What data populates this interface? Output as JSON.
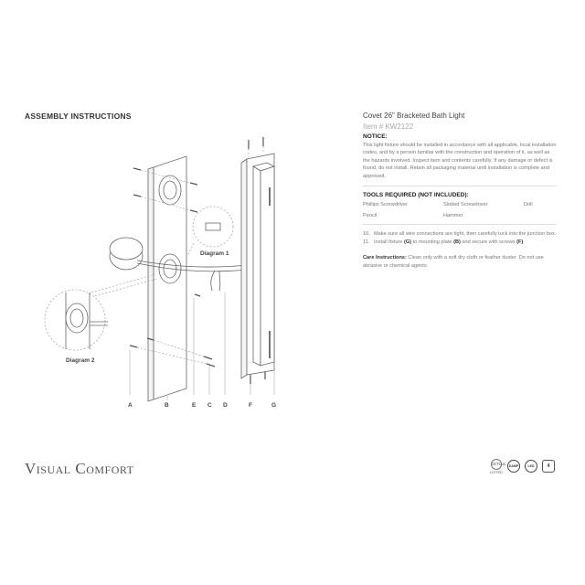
{
  "header": {
    "section_title": "ASSEMBLY INSTRUCTIONS"
  },
  "product": {
    "title": "Covet 26\" Bracketed Bath Light",
    "item_number": "Item # KW2122"
  },
  "notice": {
    "heading": "NOTICE:",
    "text": "This light fixture should be installed in accordance with all applicable, local installation codes, and by a person familiar with the construction and operation of it, as well as the hazards involved. Inspect item and contents carefully. If any damage or defect is found, do not install. Retain all packaging material until installation is complete and approved."
  },
  "tools": {
    "heading": "TOOLS REQUIRED (NOT INCLUDED):",
    "items": [
      "Phillips Screwdriver",
      "Slotted Screwdriver",
      "Drill",
      "Pencil",
      "Hammer",
      ""
    ]
  },
  "steps": [
    {
      "num": "10.",
      "text": "Make sure all wire connections are tight, then carefully tuck into the junction box."
    },
    {
      "num": "11.",
      "pre": "Install fixture ",
      "b1": "(G)",
      "mid1": " to mounting plate ",
      "b2": "(B)",
      "mid2": " and secure with screws ",
      "b3": "(F)",
      "post": "."
    }
  ],
  "care": {
    "label": "Care Instructions:",
    "text": " Clean only with a soft dry cloth or feather duster. Do not use abrasive or chemical agents."
  },
  "diagram": {
    "labels": [
      "A",
      "B",
      "E",
      "C",
      "D",
      "F",
      "G"
    ],
    "callouts": {
      "diagram1": "Diagram 1",
      "diagram2": "Diagram 2"
    }
  },
  "footer": {
    "brand": "Visual Comfort",
    "badges": {
      "ul": "cETLus",
      "ul_sub": "LISTED",
      "damp": "DAMP",
      "led": "LED",
      "number": "4"
    }
  }
}
